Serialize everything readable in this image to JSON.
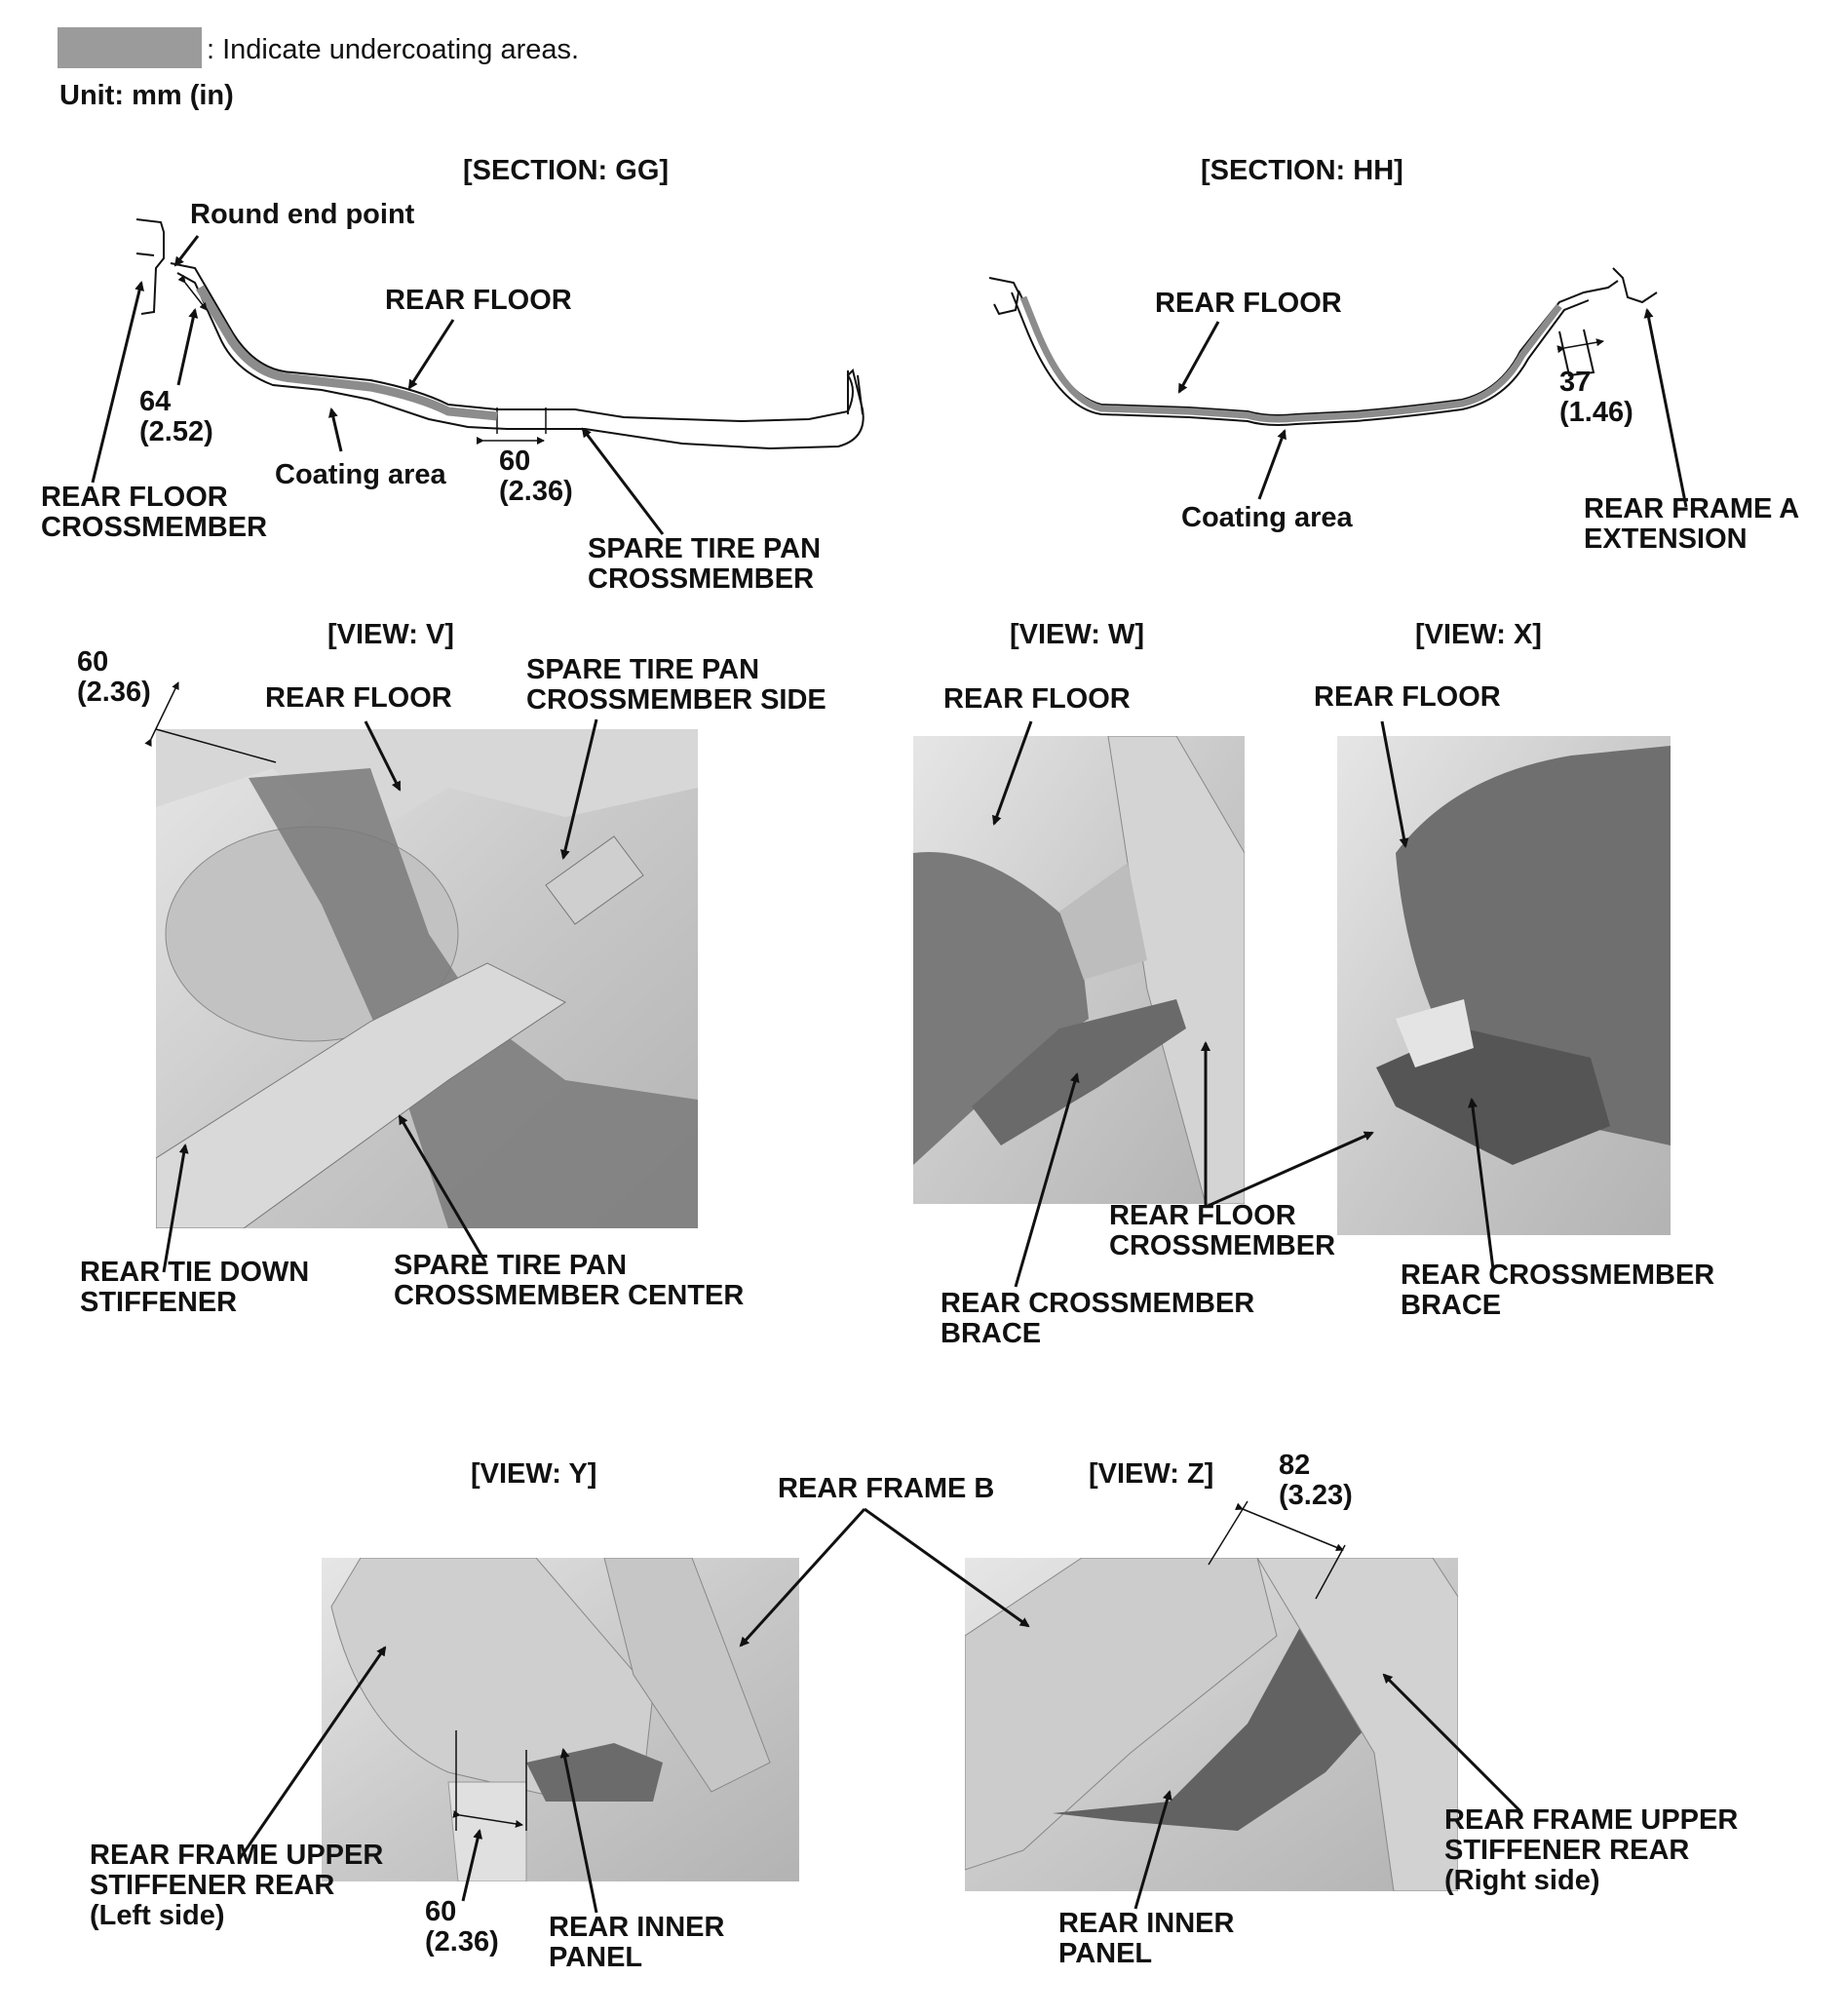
{
  "legend": {
    "swatch_color": "#9b9b9b",
    "text": ": Indicate undercoating areas.",
    "unit": "Unit: mm (in)"
  },
  "section_gg": {
    "title": "[SECTION: GG]",
    "round_end": "Round end point",
    "rear_floor": "REAR FLOOR",
    "dim_64_mm": "64",
    "dim_64_in": "(2.52)",
    "rfc_line1": "REAR FLOOR",
    "rfc_line2": "CROSSMEMBER",
    "coating": "Coating area",
    "dim_60_mm": "60",
    "dim_60_in": "(2.36)",
    "stpc_line1": "SPARE TIRE PAN",
    "stpc_line2": "CROSSMEMBER"
  },
  "section_hh": {
    "title": "[SECTION: HH]",
    "rear_floor": "REAR FLOOR",
    "dim_37_mm": "37",
    "dim_37_in": "(1.46)",
    "coating": "Coating area",
    "rfa_line1": "REAR FRAME A",
    "rfa_line2": "EXTENSION"
  },
  "view_v": {
    "title": "[VIEW: V]",
    "dim_mm": "60",
    "dim_in": "(2.36)",
    "rear_floor": "REAR FLOOR",
    "stps_line1": "SPARE TIRE PAN",
    "stps_line2": "CROSSMEMBER SIDE",
    "rtd_line1": "REAR TIE DOWN",
    "rtd_line2": "STIFFENER",
    "stpcc_line1": "SPARE TIRE PAN",
    "stpcc_line2": "CROSSMEMBER CENTER"
  },
  "view_w": {
    "title": "[VIEW: W]",
    "rear_floor": "REAR FLOOR",
    "rcb_line1": "REAR CROSSMEMBER",
    "rcb_line2": "BRACE"
  },
  "view_x": {
    "title": "[VIEW: X]",
    "rear_floor": "REAR FLOOR",
    "rcb_line1": "REAR CROSSMEMBER",
    "rcb_line2": "BRACE"
  },
  "shared_wx": {
    "rfc_line1": "REAR FLOOR",
    "rfc_line2": "CROSSMEMBER"
  },
  "view_y": {
    "title": "[VIEW: Y]",
    "rfus_line1": "REAR FRAME UPPER",
    "rfus_line2": "STIFFENER REAR",
    "rfus_line3": "(Left side)",
    "dim_mm": "60",
    "dim_in": "(2.36)",
    "rip_line1": "REAR INNER",
    "rip_line2": "PANEL"
  },
  "shared_yz": {
    "rear_frame_b": "REAR FRAME B"
  },
  "view_z": {
    "title": "[VIEW: Z]",
    "dim_mm": "82",
    "dim_in": "(3.23)",
    "rfus_line1": "REAR FRAME UPPER",
    "rfus_line2": "STIFFENER REAR",
    "rfus_line3": "(Right side)",
    "rip_line1": "REAR INNER",
    "rip_line2": "PANEL"
  }
}
